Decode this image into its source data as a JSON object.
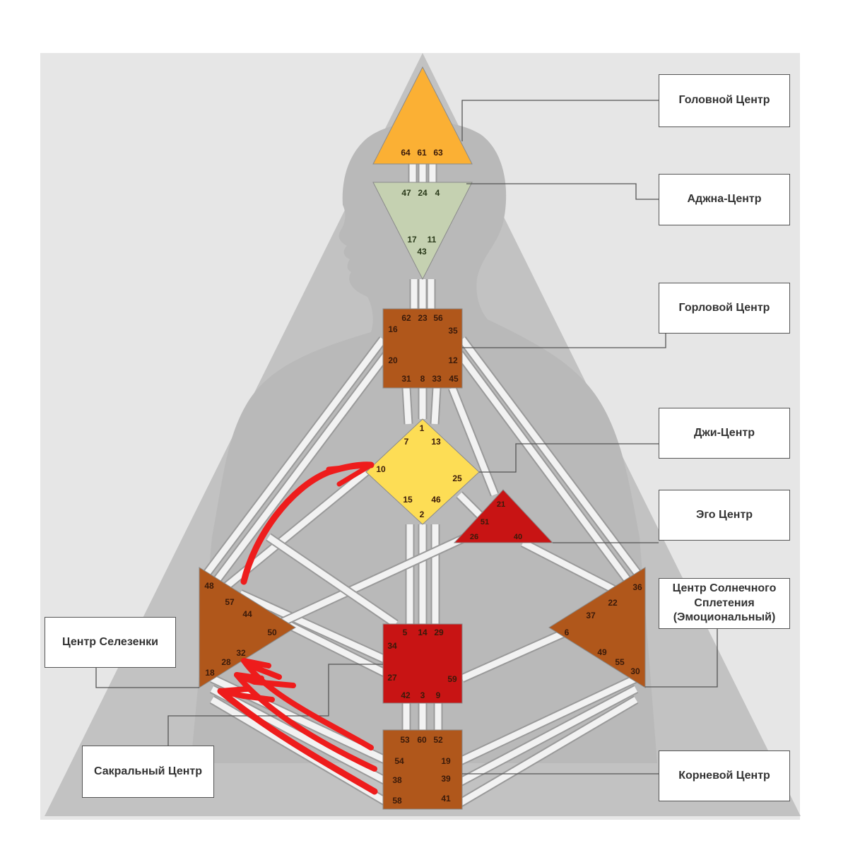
{
  "colors": {
    "background_panel": "#e6e6e6",
    "triangle": "#c2c2c2",
    "silhouette": "#b9b9b9",
    "channel": "#f2f2f2",
    "head_center": "#fbb034",
    "ajna_center": "#c5d1b1",
    "throat_center": "#b0571b",
    "g_center": "#fddd55",
    "ego_center": "#c81414",
    "sacral_center": "#c81414",
    "root_center": "#b0571b",
    "spleen_center": "#b0571b",
    "solar_plexus_center": "#b0571b",
    "arrow": "#ee1c1c"
  },
  "labels": {
    "head": "Головной Центр",
    "ajna": "Аджна-Центр",
    "throat": "Горловой Центр",
    "g": "Джи-Центр",
    "ego": "Эго Центр",
    "solar_plexus": "Центр Солнечного Сплетения (Эмоциональный)",
    "spleen": "Центр Селезенки",
    "sacral": "Сакральный Центр",
    "root": "Корневой Центр"
  },
  "gates": {
    "head": [
      "64",
      "61",
      "63"
    ],
    "ajna": [
      "47",
      "24",
      "4",
      "17",
      "11",
      "43"
    ],
    "throat": [
      "62",
      "23",
      "56",
      "16",
      "35",
      "20",
      "12",
      "31",
      "8",
      "33",
      "45"
    ],
    "g": [
      "1",
      "7",
      "13",
      "10",
      "25",
      "15",
      "46",
      "2"
    ],
    "ego": [
      "21",
      "51",
      "26",
      "40"
    ],
    "spleen": [
      "48",
      "57",
      "44",
      "50",
      "32",
      "28",
      "18"
    ],
    "solar_plexus": [
      "36",
      "22",
      "37",
      "6",
      "49",
      "55",
      "30"
    ],
    "sacral": [
      "5",
      "14",
      "29",
      "34",
      "27",
      "59",
      "42",
      "3",
      "9"
    ],
    "root": [
      "53",
      "60",
      "52",
      "54",
      "19",
      "38",
      "39",
      "58",
      "41"
    ]
  }
}
